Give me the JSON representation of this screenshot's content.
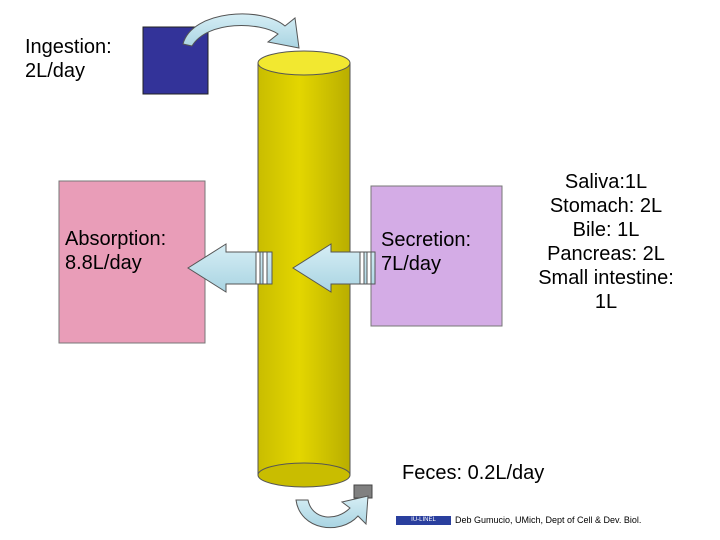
{
  "ingestion": {
    "label": "Ingestion:\n2L/day",
    "box_color": "#333399"
  },
  "absorption": {
    "label": "Absorption:\n8.8L/day",
    "box_color": "#e99db8"
  },
  "secretion": {
    "label": "Secretion:\n 7L/day",
    "box_color": "#d4ace6",
    "sources": [
      "Saliva:1L",
      "Stomach: 2L",
      "Bile: 1L",
      "Pancreas: 2L",
      "Small intestine:",
      "1L"
    ]
  },
  "feces": {
    "label": "Feces: 0.2L/day",
    "box_color": "#808080"
  },
  "intestine": {
    "color": "#d9cc00"
  },
  "credit": {
    "logo_text": "IU-LINEL",
    "text": "Deb Gumucio, UMich, Dept of Cell & Dev. Biol."
  },
  "arrow_color": "#b9dde8"
}
